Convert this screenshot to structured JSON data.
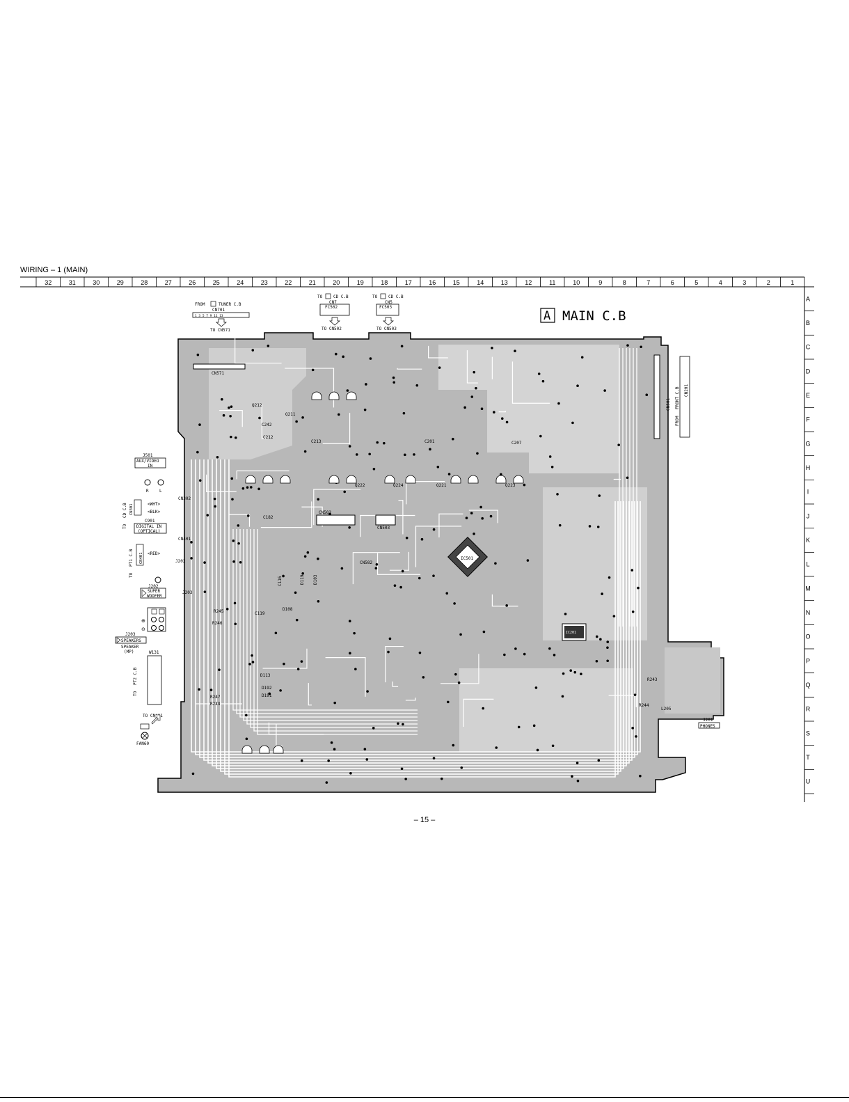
{
  "page": {
    "title": "WIRING – 1  (MAIN)",
    "page_number": "– 15 –"
  },
  "grid": {
    "columns": [
      "32",
      "31",
      "30",
      "29",
      "28",
      "27",
      "26",
      "25",
      "24",
      "23",
      "22",
      "21",
      "20",
      "19",
      "18",
      "17",
      "16",
      "15",
      "14",
      "13",
      "12",
      "11",
      "10",
      "9",
      "8",
      "7",
      "6",
      "5",
      "4",
      "3",
      "2",
      "1"
    ],
    "rows": [
      "A",
      "B",
      "C",
      "D",
      "E",
      "F",
      "G",
      "H",
      "I",
      "J",
      "K",
      "L",
      "M",
      "N",
      "O",
      "P",
      "Q",
      "R",
      "S",
      "T",
      "U"
    ]
  },
  "board": {
    "label_letter": "A",
    "label_text": "MAIN C.B"
  },
  "connectors": {
    "cn701_from": "FROM",
    "cn701_board": "TUNER C.B",
    "cn701_name": "CN701",
    "cn701_pins": "1 3 5 7 9 11 13",
    "cn701_to": "TO CN571",
    "cn7_to": "TO",
    "cn7_board": "CD C.B",
    "cn7_name": "CN7",
    "fc502_name": "FC502",
    "fc502_to": "TO CN502",
    "cn5_to": "TO",
    "cn5_board": "CD C.B",
    "cn5_name": "CN5",
    "fc503_name": "FC503",
    "fc503_to": "TO CN503",
    "cn571": "CN571",
    "cn502": "CN502",
    "cn503": "CN503",
    "front_from": "FROM",
    "front_board": "FRONT C.B",
    "cn501": "CN501",
    "cn201": "CN201"
  },
  "left_labels": {
    "j501": "J501",
    "aux_video": "AUX/VIDEO",
    "aux_in": "IN",
    "r_label": "R",
    "l_label": "L",
    "cd_to": "TO",
    "cd_board": "CD C.B",
    "cn301": "CN301",
    "cn302": "CN302",
    "wht": "<WHT>",
    "blk": "<BLK>",
    "cn302_name": "CN302",
    "c901": "C901",
    "digital_in": "DIGITAL IN",
    "optical": "(OPTICAL)",
    "cn401": "CN401",
    "pt1_to": "TO",
    "pt1_board": "PT1 C.B",
    "cn401b": "CN401",
    "red": "<RED>",
    "j202": "J202",
    "j202b": "J202",
    "super": "SUPER",
    "woofer": "WOOFER",
    "j203": "J203",
    "speakers": "SPEAKERS",
    "speaker": "SPEAKER",
    "mp": "(MP)",
    "w131": "W131",
    "pt2_to": "TO",
    "pt2_board": "PT2 C.B",
    "to_cn401": "TO CN401",
    "fan": "FAN60",
    "j203b": "J203",
    "plus": "⊕",
    "minus": "⊖"
  },
  "right_labels": {
    "j201": "J201",
    "phones": "PHONES"
  },
  "components": {
    "ic501": "IC501",
    "ic201": "IC201",
    "q222": "Q222",
    "q224": "Q224",
    "q221": "Q221",
    "q223": "Q223",
    "c201": "C201",
    "c207": "C207",
    "c212": "C212",
    "c213": "C213",
    "c182": "C182",
    "c116": "C116",
    "c119": "C119",
    "cn582": "CN582",
    "r247": "R247",
    "r248": "R248",
    "r245": "R245",
    "r246": "R246",
    "l205": "L205",
    "r243": "R243",
    "r244": "R244",
    "d119": "D119",
    "d103": "D103",
    "d108": "D108",
    "d191": "D191",
    "d192": "D192",
    "d113": "D113",
    "q211": "Q211",
    "q212": "Q212",
    "c242": "C242",
    "cn571b": "CN571"
  }
}
